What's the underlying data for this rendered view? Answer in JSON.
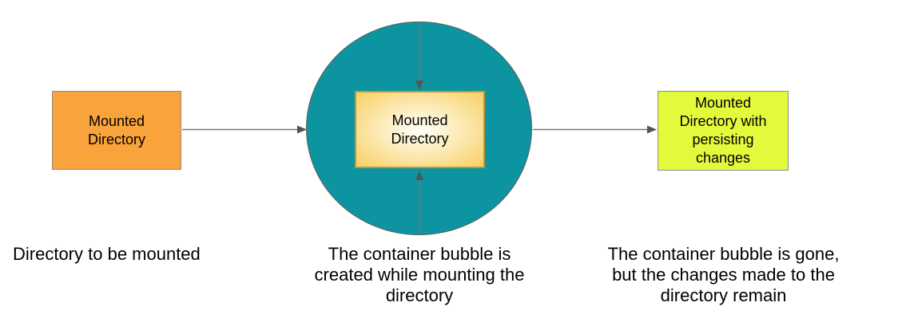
{
  "diagram": {
    "boxes": {
      "source": {
        "label": "Mounted\nDirectory"
      },
      "bubble": {
        "label": "Mounted\nDirectory"
      },
      "persisted": {
        "label": "Mounted\nDirectory with\npersisting\nchanges"
      }
    },
    "captions": {
      "source": "Directory to be mounted",
      "bubble": "The container bubble is\ncreated while mounting the\ndirectory",
      "persisted": "The container bubble is gone,\nbut the changes made to the\ndirectory remain"
    }
  },
  "colors": {
    "source-box-fill": "#F9A33C",
    "bubble-fill": "#0C95A0",
    "bubble-border": "#5B5B5B",
    "inner-box-center": "#FFFEF4",
    "inner-box-edge": "#F8D26B",
    "inner-box-border": "#C09837",
    "persisted-box-fill": "#E3FA3C",
    "box-border": "#8C8C8C",
    "arrow-line": "#757575",
    "arrow-head": "#545454",
    "text": "#000000"
  }
}
